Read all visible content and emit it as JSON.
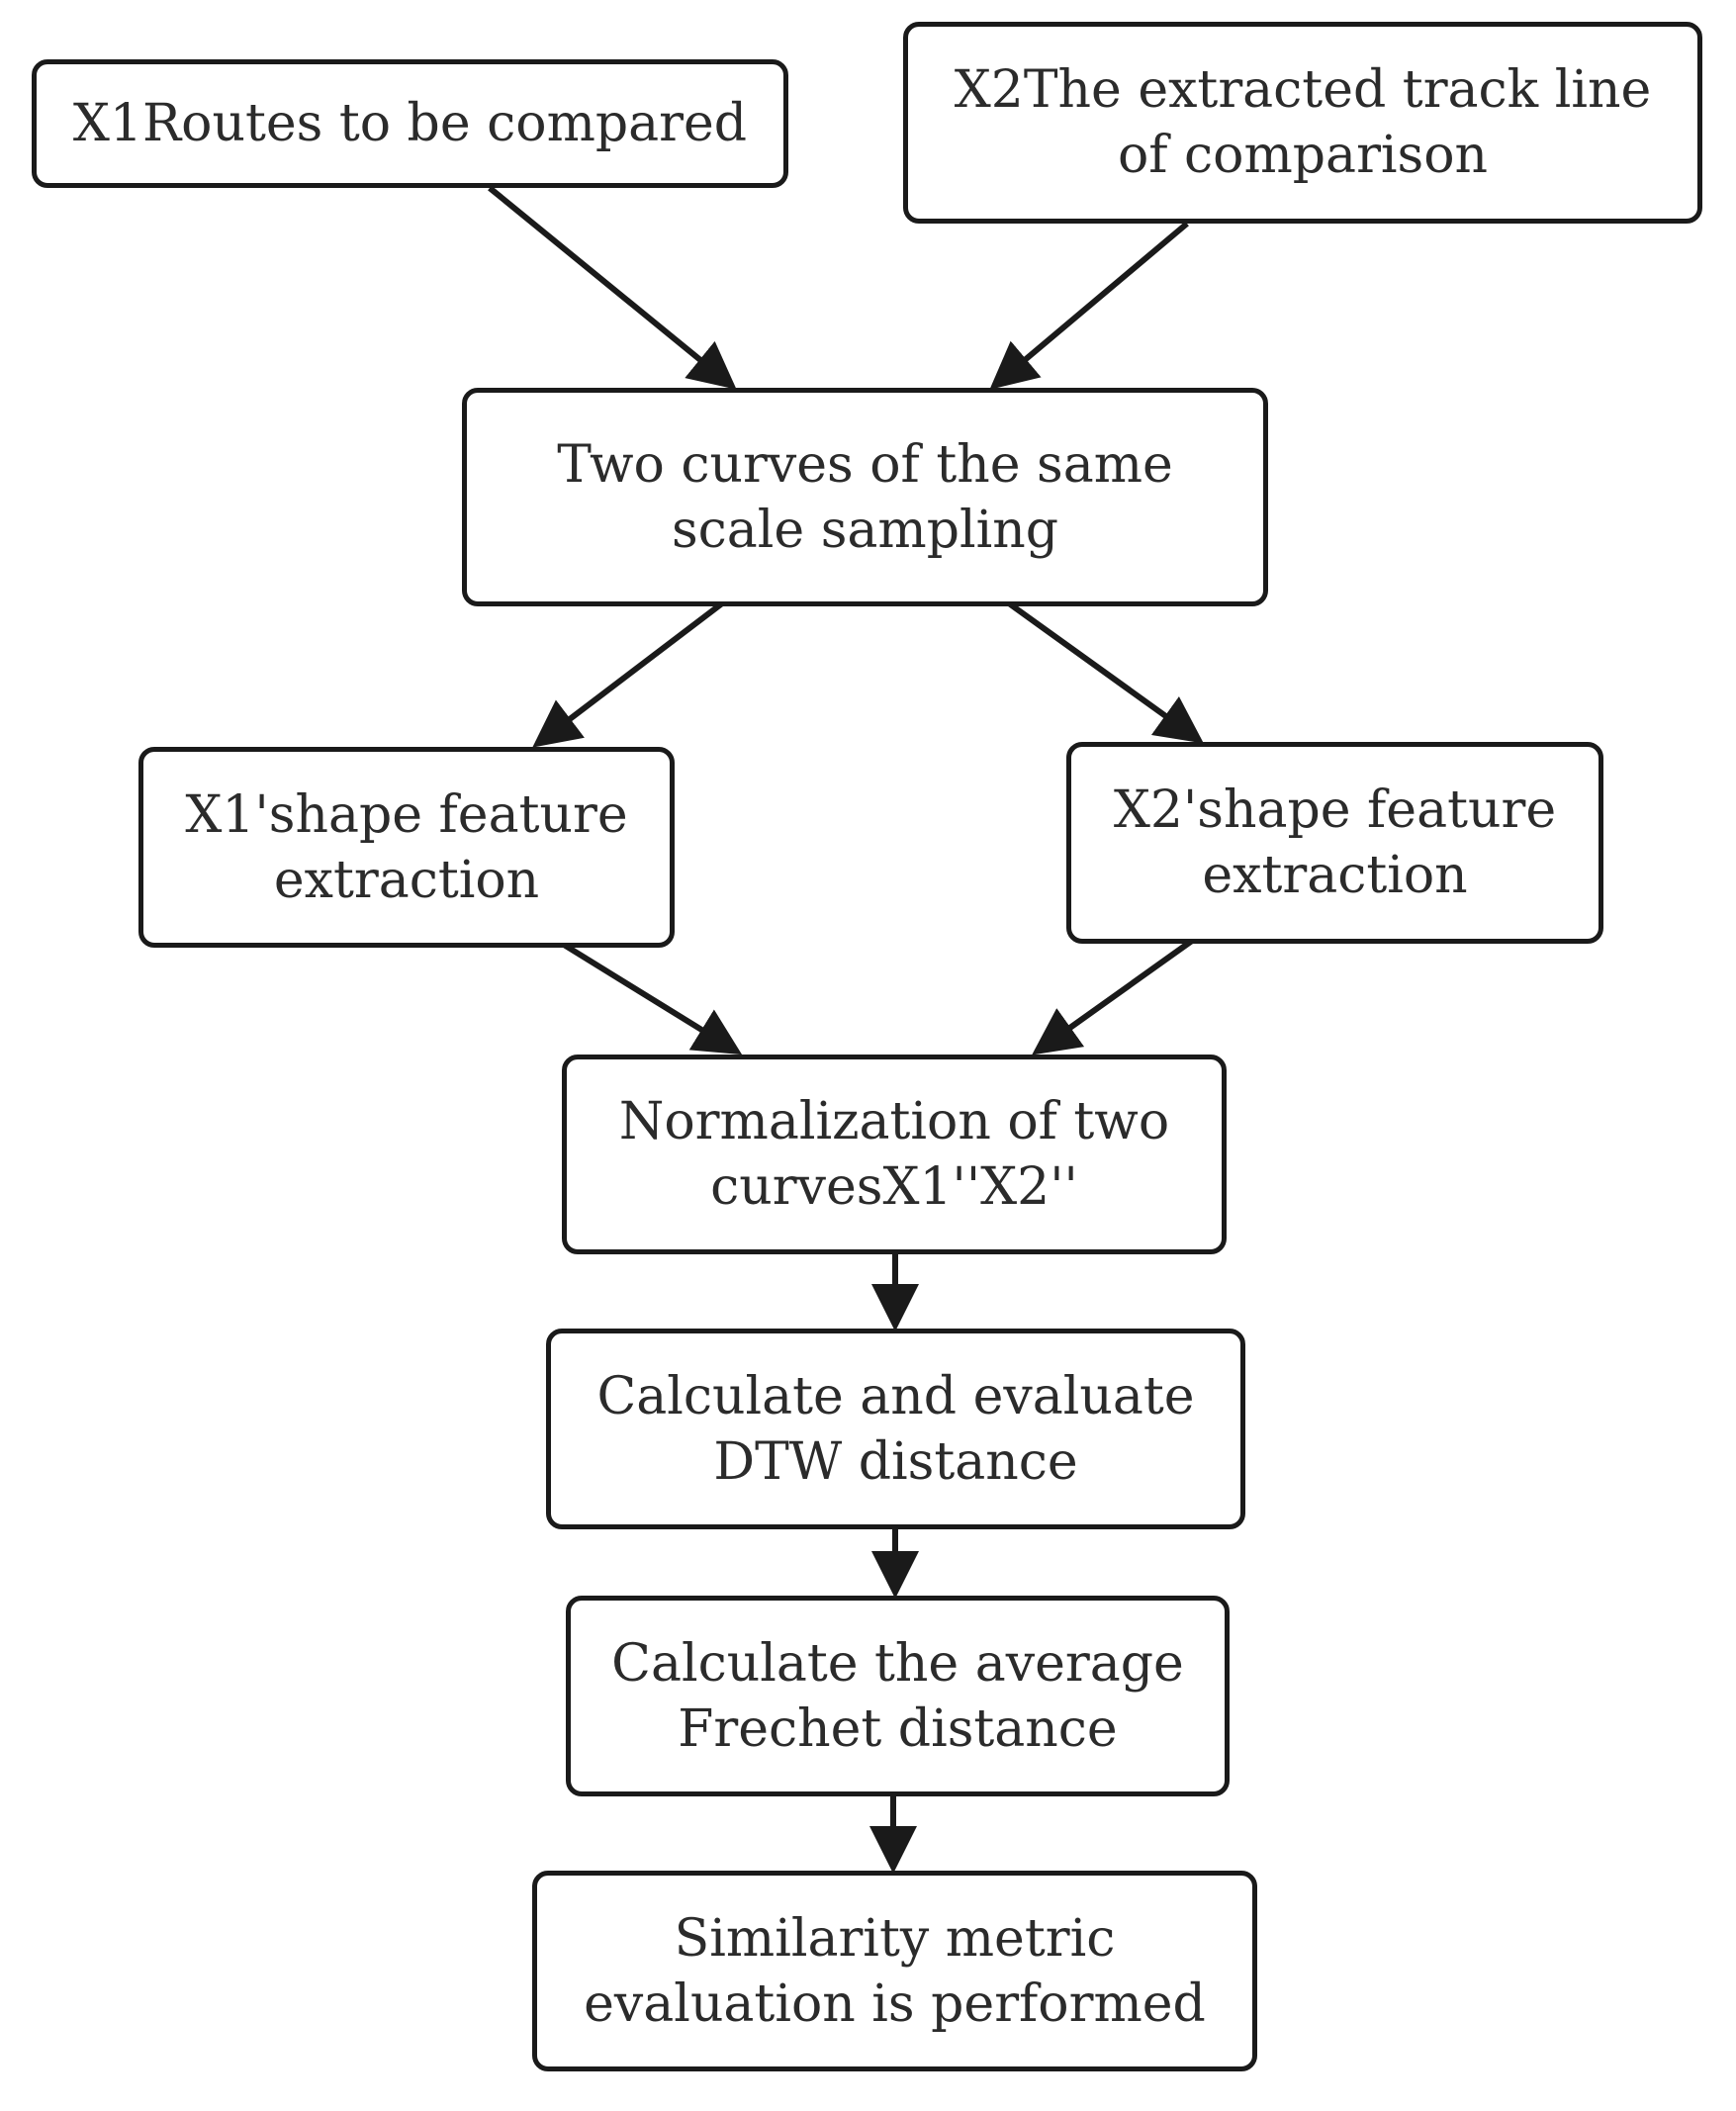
{
  "nodes": {
    "x1_routes": {
      "line1": "X1Routes to be compared"
    },
    "x2_track": {
      "line1": "X2The extracted track line",
      "line2": "of comparison"
    },
    "sampling": {
      "line1": "Two curves of the same",
      "line2": "scale sampling"
    },
    "x1_shape": {
      "line1": "X1'shape feature",
      "line2": "extraction"
    },
    "x2_shape": {
      "line1": "X2'shape feature",
      "line2": "extraction"
    },
    "normalization": {
      "line1": "Normalization of two",
      "line2": "curvesX1''X2''"
    },
    "dtw": {
      "line1": "Calculate and evaluate",
      "line2": "DTW distance"
    },
    "frechet": {
      "line1": "Calculate the average",
      "line2": "Frechet distance"
    },
    "similarity": {
      "line1": "Similarity metric",
      "line2": "evaluation is performed"
    }
  },
  "colors": {
    "stroke": "#1a1a1a",
    "text": "#2b2b2b",
    "background": "#ffffff"
  }
}
